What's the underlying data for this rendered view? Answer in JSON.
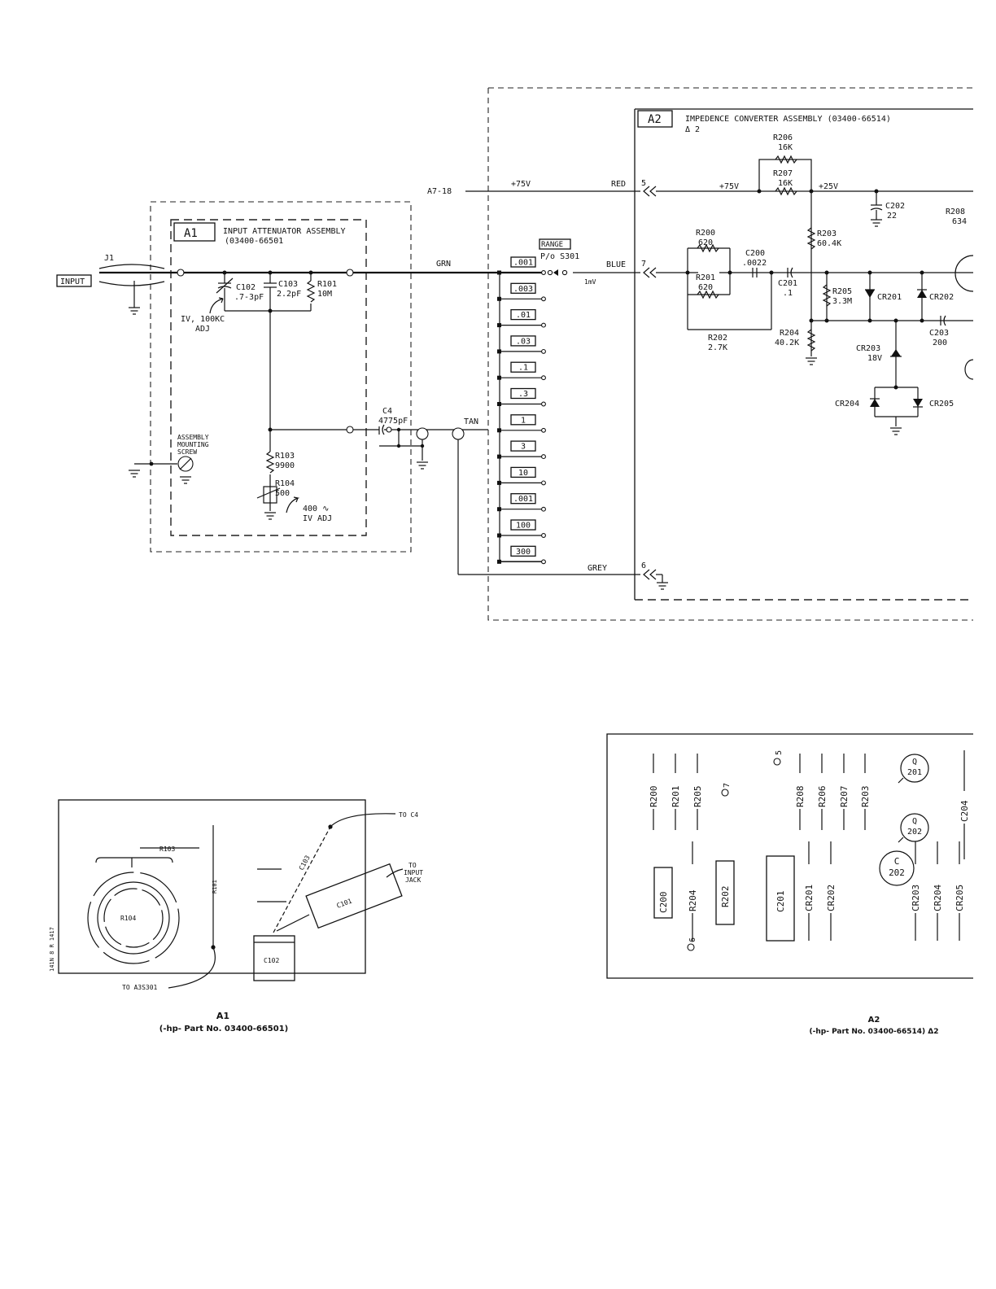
{
  "schematic": {
    "a2_block": {
      "tag": "A2",
      "title": "IMPEDENCE CONVERTER ASSEMBLY  (03400-66514)",
      "rev": "Δ 2"
    },
    "a1_block": {
      "tag": "A1",
      "title_line1": "INPUT ATTENUATOR ASSEMBLY",
      "title_line2": "(03400-66501"
    },
    "supply": {
      "source": "A7-18",
      "v75_left": "+75V",
      "v75_right": "+75V",
      "v25": "+25V"
    },
    "wires": {
      "red": "RED",
      "blue": "BLUE",
      "grey": "GREY",
      "grn": "GRN",
      "tan": "TAN"
    },
    "pins": {
      "p5": "5",
      "p7": "7",
      "p6": "6"
    },
    "input": {
      "jack_label": "INPUT",
      "j1": "J1"
    },
    "switch": {
      "range_label": "RANGE",
      "name": "P/o S301",
      "mv": "1mV",
      "ranges": [
        ".001",
        ".003",
        ".01",
        ".03",
        ".1",
        ".3",
        "1",
        "3",
        "10",
        ".001",
        "100",
        "300"
      ]
    },
    "components": {
      "c102": [
        "C102",
        ".7-3pF"
      ],
      "c103": [
        "C103",
        "2.2pF"
      ],
      "r101": [
        "R101",
        "10M"
      ],
      "hf_adj": [
        "IV, 100KC",
        "ADJ"
      ],
      "mount": [
        "ASSEMBLY",
        "MOUNTING",
        "SCREW"
      ],
      "c4": [
        "C4",
        "4775pF"
      ],
      "r103": [
        "R103",
        "9900"
      ],
      "r104": [
        "R104",
        "500"
      ],
      "lf_adj": [
        "400 ∿",
        "IV ADJ"
      ],
      "r200": [
        "R200",
        "620"
      ],
      "r201": [
        "R201",
        "620"
      ],
      "r202": [
        "R202",
        "2.7K"
      ],
      "c200": [
        "C200",
        ".0022"
      ],
      "c201": [
        "C201",
        ".1"
      ],
      "r206": [
        "R206",
        "16K"
      ],
      "r207": [
        "R207",
        "16K"
      ],
      "c202": [
        "C202",
        "22"
      ],
      "r208": [
        "R208",
        "634"
      ],
      "r203": [
        "R203",
        "60.4K"
      ],
      "r204": [
        "R204",
        "40.2K"
      ],
      "r205": [
        "R205",
        "3.3M"
      ],
      "cr201": "CR201",
      "cr202": "CR202",
      "cr203": [
        "CR203",
        "18V"
      ],
      "cr204": "CR204",
      "cr205": "CR205",
      "c203": [
        "C203",
        "200"
      ]
    }
  },
  "a1_board": {
    "labels": {
      "r103": "R103",
      "r104": "R104",
      "r101": "R101",
      "c103": "C103",
      "c101": "C101",
      "c102": "C102",
      "to_c4": "TO C4",
      "to_input": [
        "TO",
        "INPUT",
        "JACK"
      ],
      "to_s301": "TO A3S301",
      "side_text": "141N 8 R 1417"
    },
    "caption": "A1",
    "part": "(-hp- Part No. 03400-66501)"
  },
  "a2_board": {
    "top_resistors": [
      "R200",
      "R201",
      "R205",
      "R208",
      "R206",
      "R207",
      "R203"
    ],
    "bottom_parts": [
      "R204",
      "CR201",
      "CR202",
      "CR203",
      "CR204",
      "CR205"
    ],
    "boxes": [
      "C200",
      "R202",
      "C201"
    ],
    "circles": {
      "q201": [
        "Q",
        "201"
      ],
      "q202": [
        "Q",
        "202"
      ],
      "c202": [
        "C",
        "202"
      ]
    },
    "pins": [
      "5",
      "7",
      "6"
    ],
    "c204": "C204",
    "caption": "A2",
    "part": "(-hp- Part No. 03400-66514) Δ2"
  }
}
